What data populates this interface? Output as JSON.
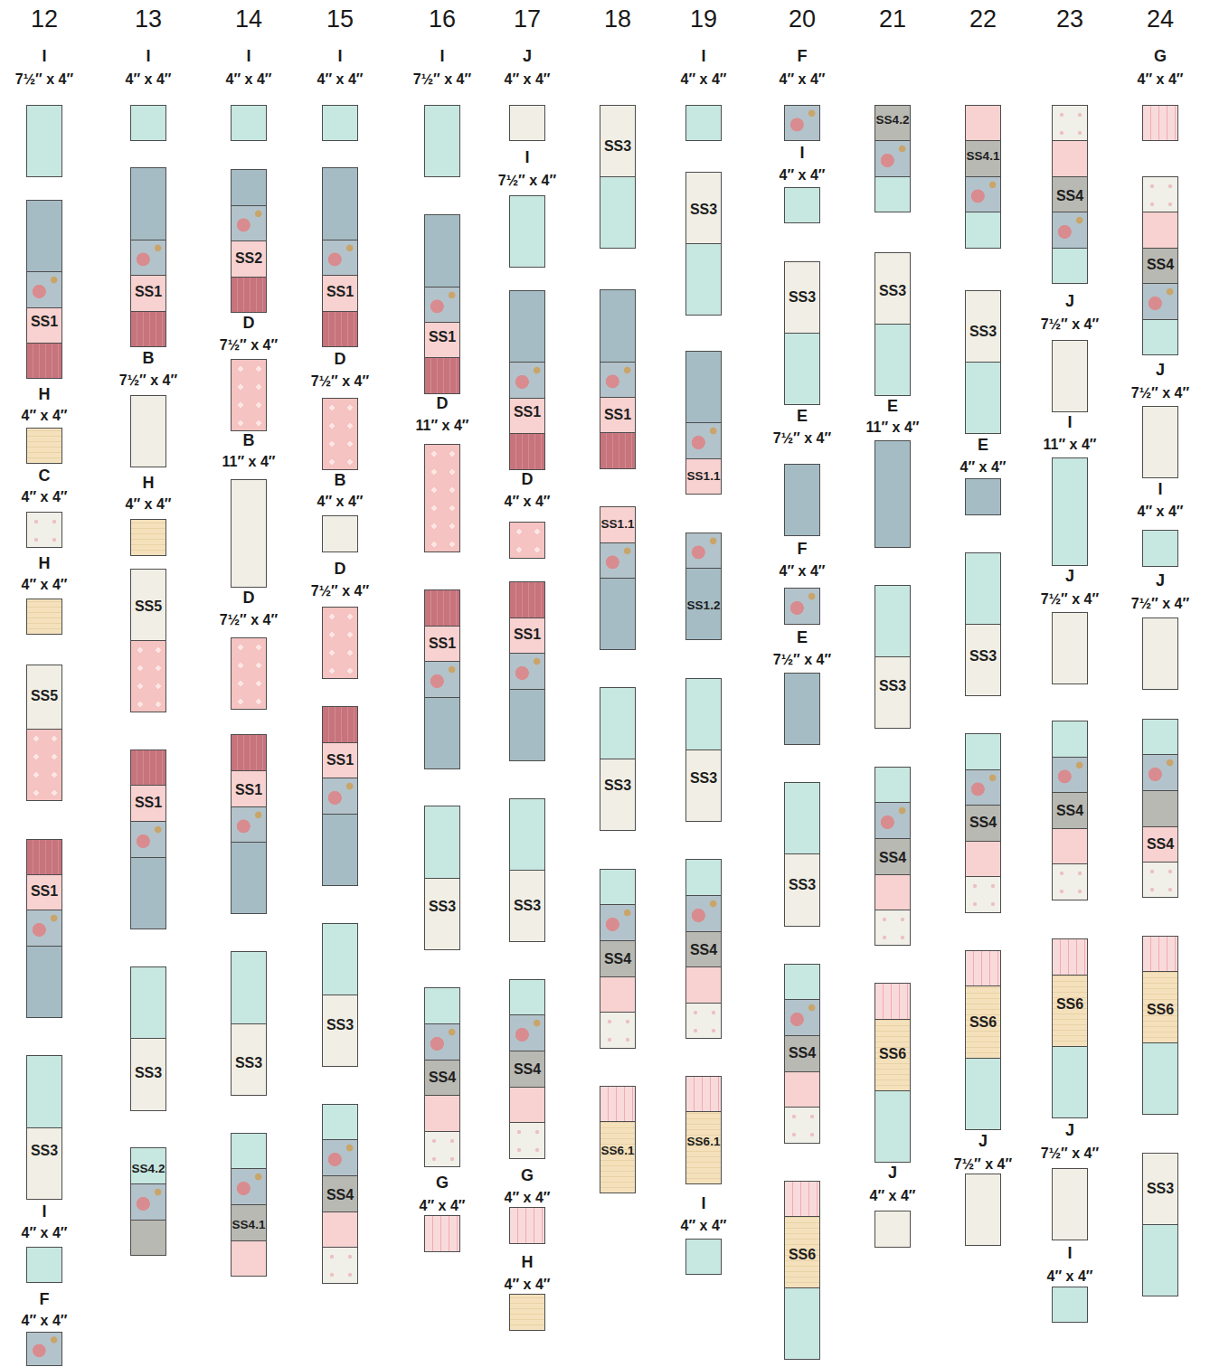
{
  "diagram": {
    "nodes": [
      {
        "text": [
          "SS1"
        ]
      },
      {
        "text": [
          "SS5"
        ]
      },
      {
        "text": [
          "SS1"
        ]
      },
      {
        "text": [
          "SS3"
        ]
      },
      {
        "text": [
          "SS1"
        ]
      },
      {
        "text": [
          "SS5"
        ]
      },
      {
        "text": [
          "SS1"
        ]
      },
      {
        "text": [
          "SS3"
        ]
      },
      {
        "text": [
          "SS4.2"
        ]
      },
      {
        "text": [
          "SS2"
        ]
      },
      {
        "text": [
          "SS1"
        ]
      },
      {
        "text": [
          "SS3"
        ]
      },
      {
        "text": [
          "SS4.1"
        ]
      },
      {
        "text": [
          "SS1"
        ]
      },
      {
        "text": [
          "SS1"
        ]
      },
      {
        "text": [
          "SS3"
        ]
      },
      {
        "text": [
          "SS4"
        ]
      },
      {
        "text": [
          "SS1"
        ]
      },
      {
        "text": [
          "SS1"
        ]
      },
      {
        "text": [
          "SS3"
        ]
      },
      {
        "text": [
          "SS4"
        ]
      },
      {
        "text": [
          "SS1"
        ]
      },
      {
        "text": [
          "SS1"
        ]
      },
      {
        "text": [
          "SS3"
        ]
      },
      {
        "text": [
          "SS4"
        ]
      },
      {
        "text": [
          "SS3"
        ]
      },
      {
        "text": [
          "SS1"
        ]
      },
      {
        "text": [
          "SS1.1"
        ]
      },
      {
        "text": [
          "SS3"
        ]
      },
      {
        "text": [
          "SS4"
        ]
      },
      {
        "text": [
          "SS6.1"
        ]
      },
      {
        "text": [
          "SS3"
        ]
      },
      {
        "text": [
          "SS1.1"
        ]
      },
      {
        "text": [
          "SS1.2"
        ]
      },
      {
        "text": [
          "SS3"
        ]
      },
      {
        "text": [
          "SS4"
        ]
      },
      {
        "text": [
          "SS6.1"
        ]
      },
      {
        "text": [
          "SS3"
        ]
      },
      {
        "text": [
          "SS3"
        ]
      },
      {
        "text": [
          "SS4"
        ]
      },
      {
        "text": [
          "SS6"
        ]
      },
      {
        "text": [
          "SS4.2"
        ]
      },
      {
        "text": [
          "SS3"
        ]
      },
      {
        "text": [
          "SS3"
        ]
      },
      {
        "text": [
          "SS4"
        ]
      },
      {
        "text": [
          "SS6"
        ]
      },
      {
        "text": [
          "SS4.1"
        ]
      },
      {
        "text": [
          "SS3"
        ]
      },
      {
        "text": [
          "SS3"
        ]
      },
      {
        "text": [
          "SS4"
        ]
      },
      {
        "text": [
          "SS6"
        ]
      },
      {
        "text": [
          "SS4"
        ]
      },
      {
        "text": [
          "SS4"
        ]
      },
      {
        "text": [
          "SS6"
        ]
      },
      {
        "text": [
          "SS4"
        ]
      },
      {
        "text": [
          "SS4"
        ]
      },
      {
        "text": [
          "SS6"
        ]
      },
      {
        "text": [
          "SS3"
        ]
      }
    ],
    "labels": [
      "12",
      "13",
      "14",
      "15",
      "16",
      "17",
      "18",
      "19",
      "20",
      "21",
      "22",
      "23",
      "24",
      "I",
      "7½″ x 4″",
      "H",
      "4″ x 4″",
      "C",
      "4″ x 4″",
      "H",
      "4″ x 4″",
      "I",
      "4″ x 4″",
      "F",
      "4″ x 4″",
      "I",
      "4″ x 4″",
      "B",
      "7½″ x 4″",
      "H",
      "4″ x 4″",
      "I",
      "4″ x 4″",
      "D",
      "7½″ x 4″",
      "B",
      "11″ x 4″",
      "D",
      "7½″ x 4″",
      "I",
      "4″ x 4″",
      "D",
      "7½″ x 4″",
      "B",
      "4″ x 4″",
      "D",
      "7½″ x 4″",
      "I",
      "7½″ x 4″",
      "D",
      "11″ x 4″",
      "G",
      "4″ x 4″",
      "J",
      "4″ x 4″",
      "I",
      "7½″ x 4″",
      "D",
      "4″ x 4″",
      "G",
      "4″ x 4″",
      "H",
      "4″ x 4″",
      "I",
      "4″ x 4″",
      "I",
      "4″ x 4″",
      "F",
      "4″ x 4″",
      "I",
      "4″ x 4″",
      "E",
      "7½″ x 4″",
      "F",
      "4″ x 4″",
      "E",
      "7½″ x 4″",
      "E",
      "11″ x 4″",
      "J",
      "4″ x 4″",
      "E",
      "4″ x 4″",
      "J",
      "7½″ x 4″",
      "J",
      "7½″ x 4″",
      "I",
      "11″ x 4″",
      "J",
      "7½″ x 4″",
      "J",
      "7½″ x 4″",
      "I",
      "4″ x 4″",
      "G",
      "4″ x 4″",
      "J",
      "7½″ x 4″",
      "I",
      "4″ x 4″",
      "J",
      "7½″ x 4″"
    ]
  }
}
